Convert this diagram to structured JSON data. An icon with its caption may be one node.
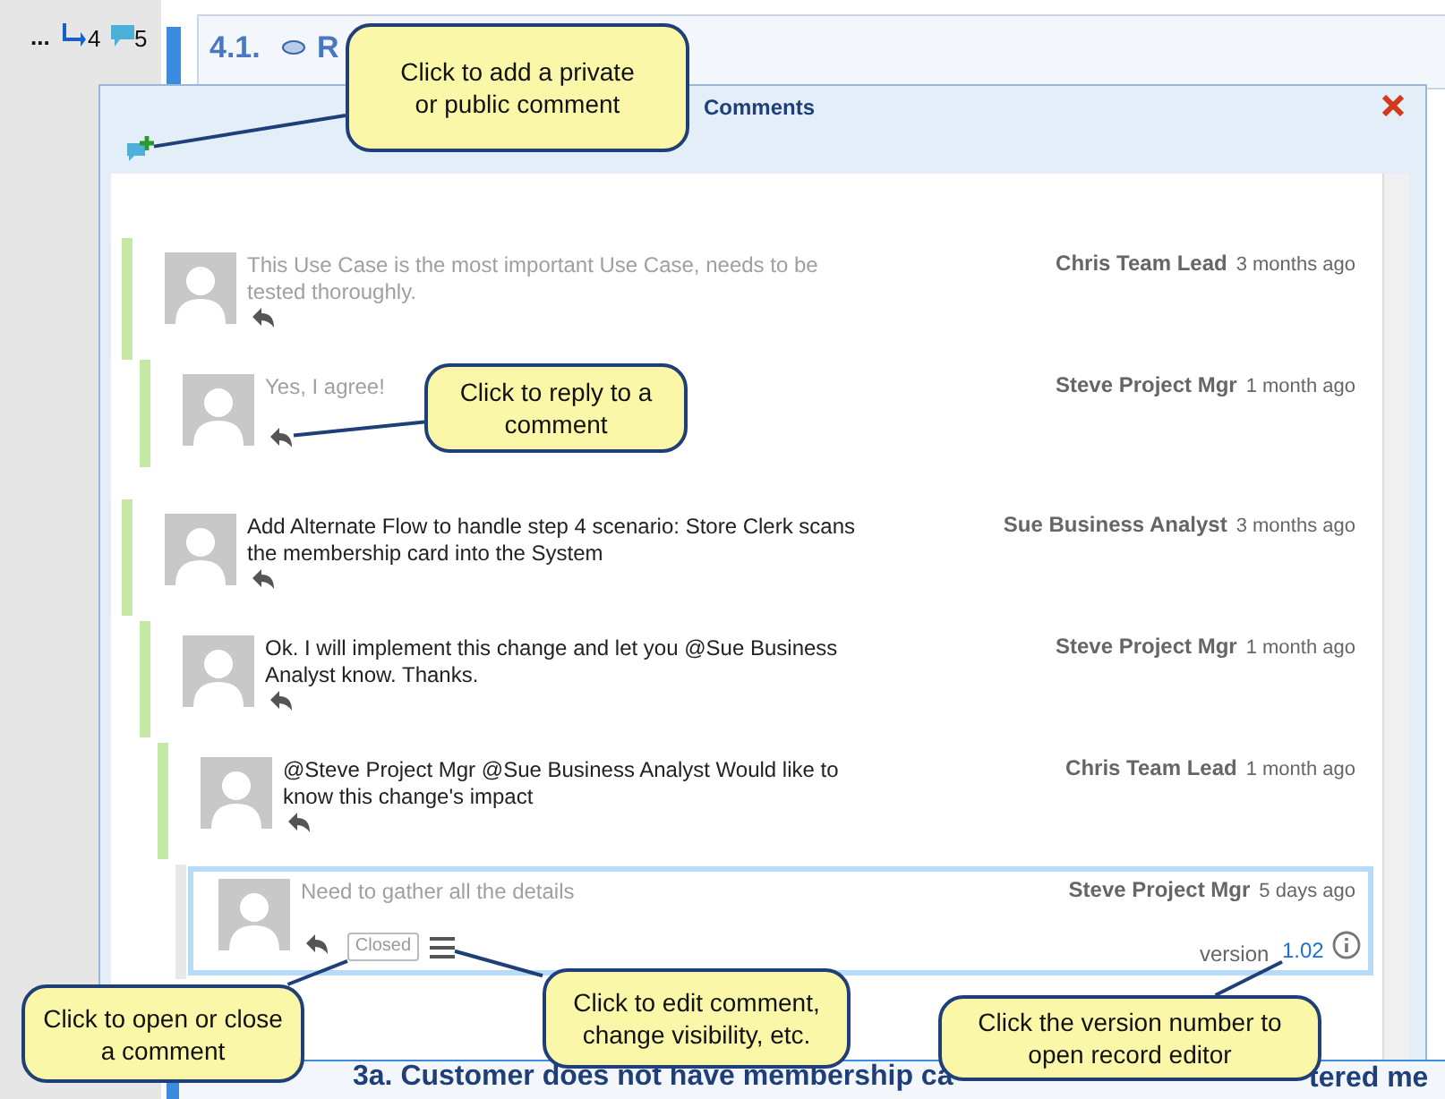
{
  "diagram": {
    "nodes": [
      {
        "text": [
          "Click to add a private or public comment"
        ]
      },
      {
        "text": [],
        "shape": "picture"
      },
      {
        "text": [
          "Click to reply to a comment"
        ]
      },
      {
        "text": [],
        "shape": "picture"
      },
      {
        "text": [
          "Closed"
        ]
      },
      {
        "text": [
          "Click to open or close a comment"
        ]
      },
      {
        "text": [],
        "shape": "picture"
      },
      {
        "text": [
          "Click to edit comment, change visibility, etc."
        ]
      },
      {
        "text": [
          "1.02"
        ]
      },
      {
        "text": [
          "Click the version number to open record editor"
        ]
      }
    ],
    "edges": [
      {
        "from": 0,
        "to": 1,
        "arrow": "none"
      },
      {
        "from": 2,
        "to": 3,
        "arrow": "none"
      },
      {
        "from": 5,
        "to": 4,
        "arrow": "none"
      },
      {
        "from": 7,
        "to": 6,
        "arrow": "none"
      },
      {
        "from": 9,
        "to": 8,
        "arrow": "none"
      }
    ],
    "labels": [
      "...",
      "4",
      "5",
      "4.1.",
      "R",
      "Comments",
      "This Use Case is the most important Use Case, needs to be tested thoroughly.",
      "Chris Team Lead",
      "3 months ago",
      "Yes, I agree!",
      "Steve Project Mgr",
      "1 month ago",
      "Add Alternate Flow to handle step 4 scenario: Store Clerk scans the membership card into the System",
      "Sue Business Analyst",
      "3 months ago",
      "Ok. I will implement this change and let you @Sue Business Analyst know. Thanks.",
      "Steve Project Mgr",
      "1 month ago",
      "@Steve Project Mgr @Sue Business Analyst Would like to know this change's impact",
      "Chris Team Lead",
      "1 month ago",
      "Need to gather all the details",
      "Steve Project Mgr",
      "5 days ago",
      "version",
      "3a. Customer does not have membership ca",
      "tered me"
    ]
  }
}
